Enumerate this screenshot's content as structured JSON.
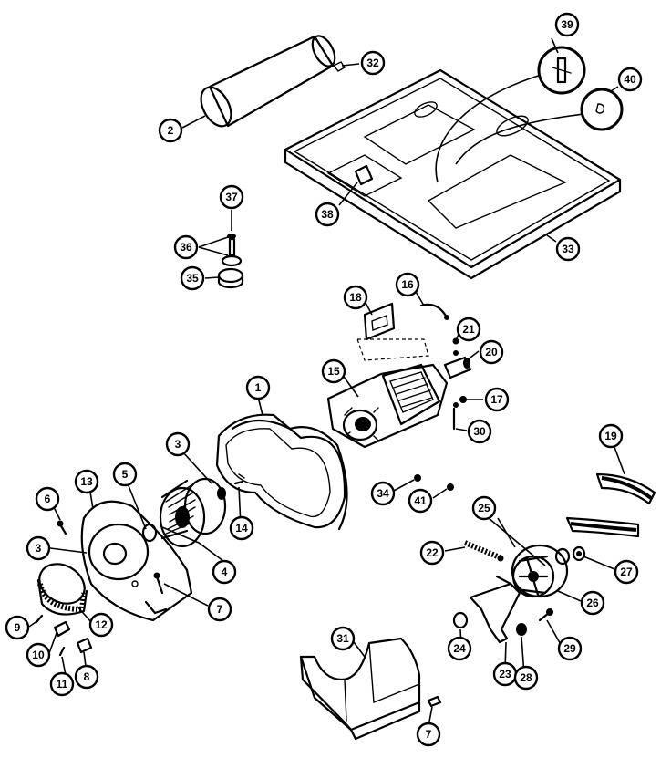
{
  "callouts": [
    {
      "label": "39"
    },
    {
      "label": "32"
    },
    {
      "label": "40"
    },
    {
      "label": "2"
    },
    {
      "label": "38"
    },
    {
      "label": "33"
    },
    {
      "label": "37"
    },
    {
      "label": "36"
    },
    {
      "label": "35"
    },
    {
      "label": "18"
    },
    {
      "label": "16"
    },
    {
      "label": "21"
    },
    {
      "label": "20"
    },
    {
      "label": "15"
    },
    {
      "label": "17"
    },
    {
      "label": "30"
    },
    {
      "label": "1"
    },
    {
      "label": "3"
    },
    {
      "label": "19"
    },
    {
      "label": "5"
    },
    {
      "label": "13"
    },
    {
      "label": "34"
    },
    {
      "label": "41"
    },
    {
      "label": "6"
    },
    {
      "label": "14"
    },
    {
      "label": "25"
    },
    {
      "label": "3"
    },
    {
      "label": "4"
    },
    {
      "label": "22"
    },
    {
      "label": "27"
    },
    {
      "label": "7"
    },
    {
      "label": "26"
    },
    {
      "label": "9"
    },
    {
      "label": "12"
    },
    {
      "label": "10"
    },
    {
      "label": "24"
    },
    {
      "label": "29"
    },
    {
      "label": "31"
    },
    {
      "label": "11"
    },
    {
      "label": "8"
    },
    {
      "label": "23"
    },
    {
      "label": "28"
    },
    {
      "label": "7"
    }
  ]
}
